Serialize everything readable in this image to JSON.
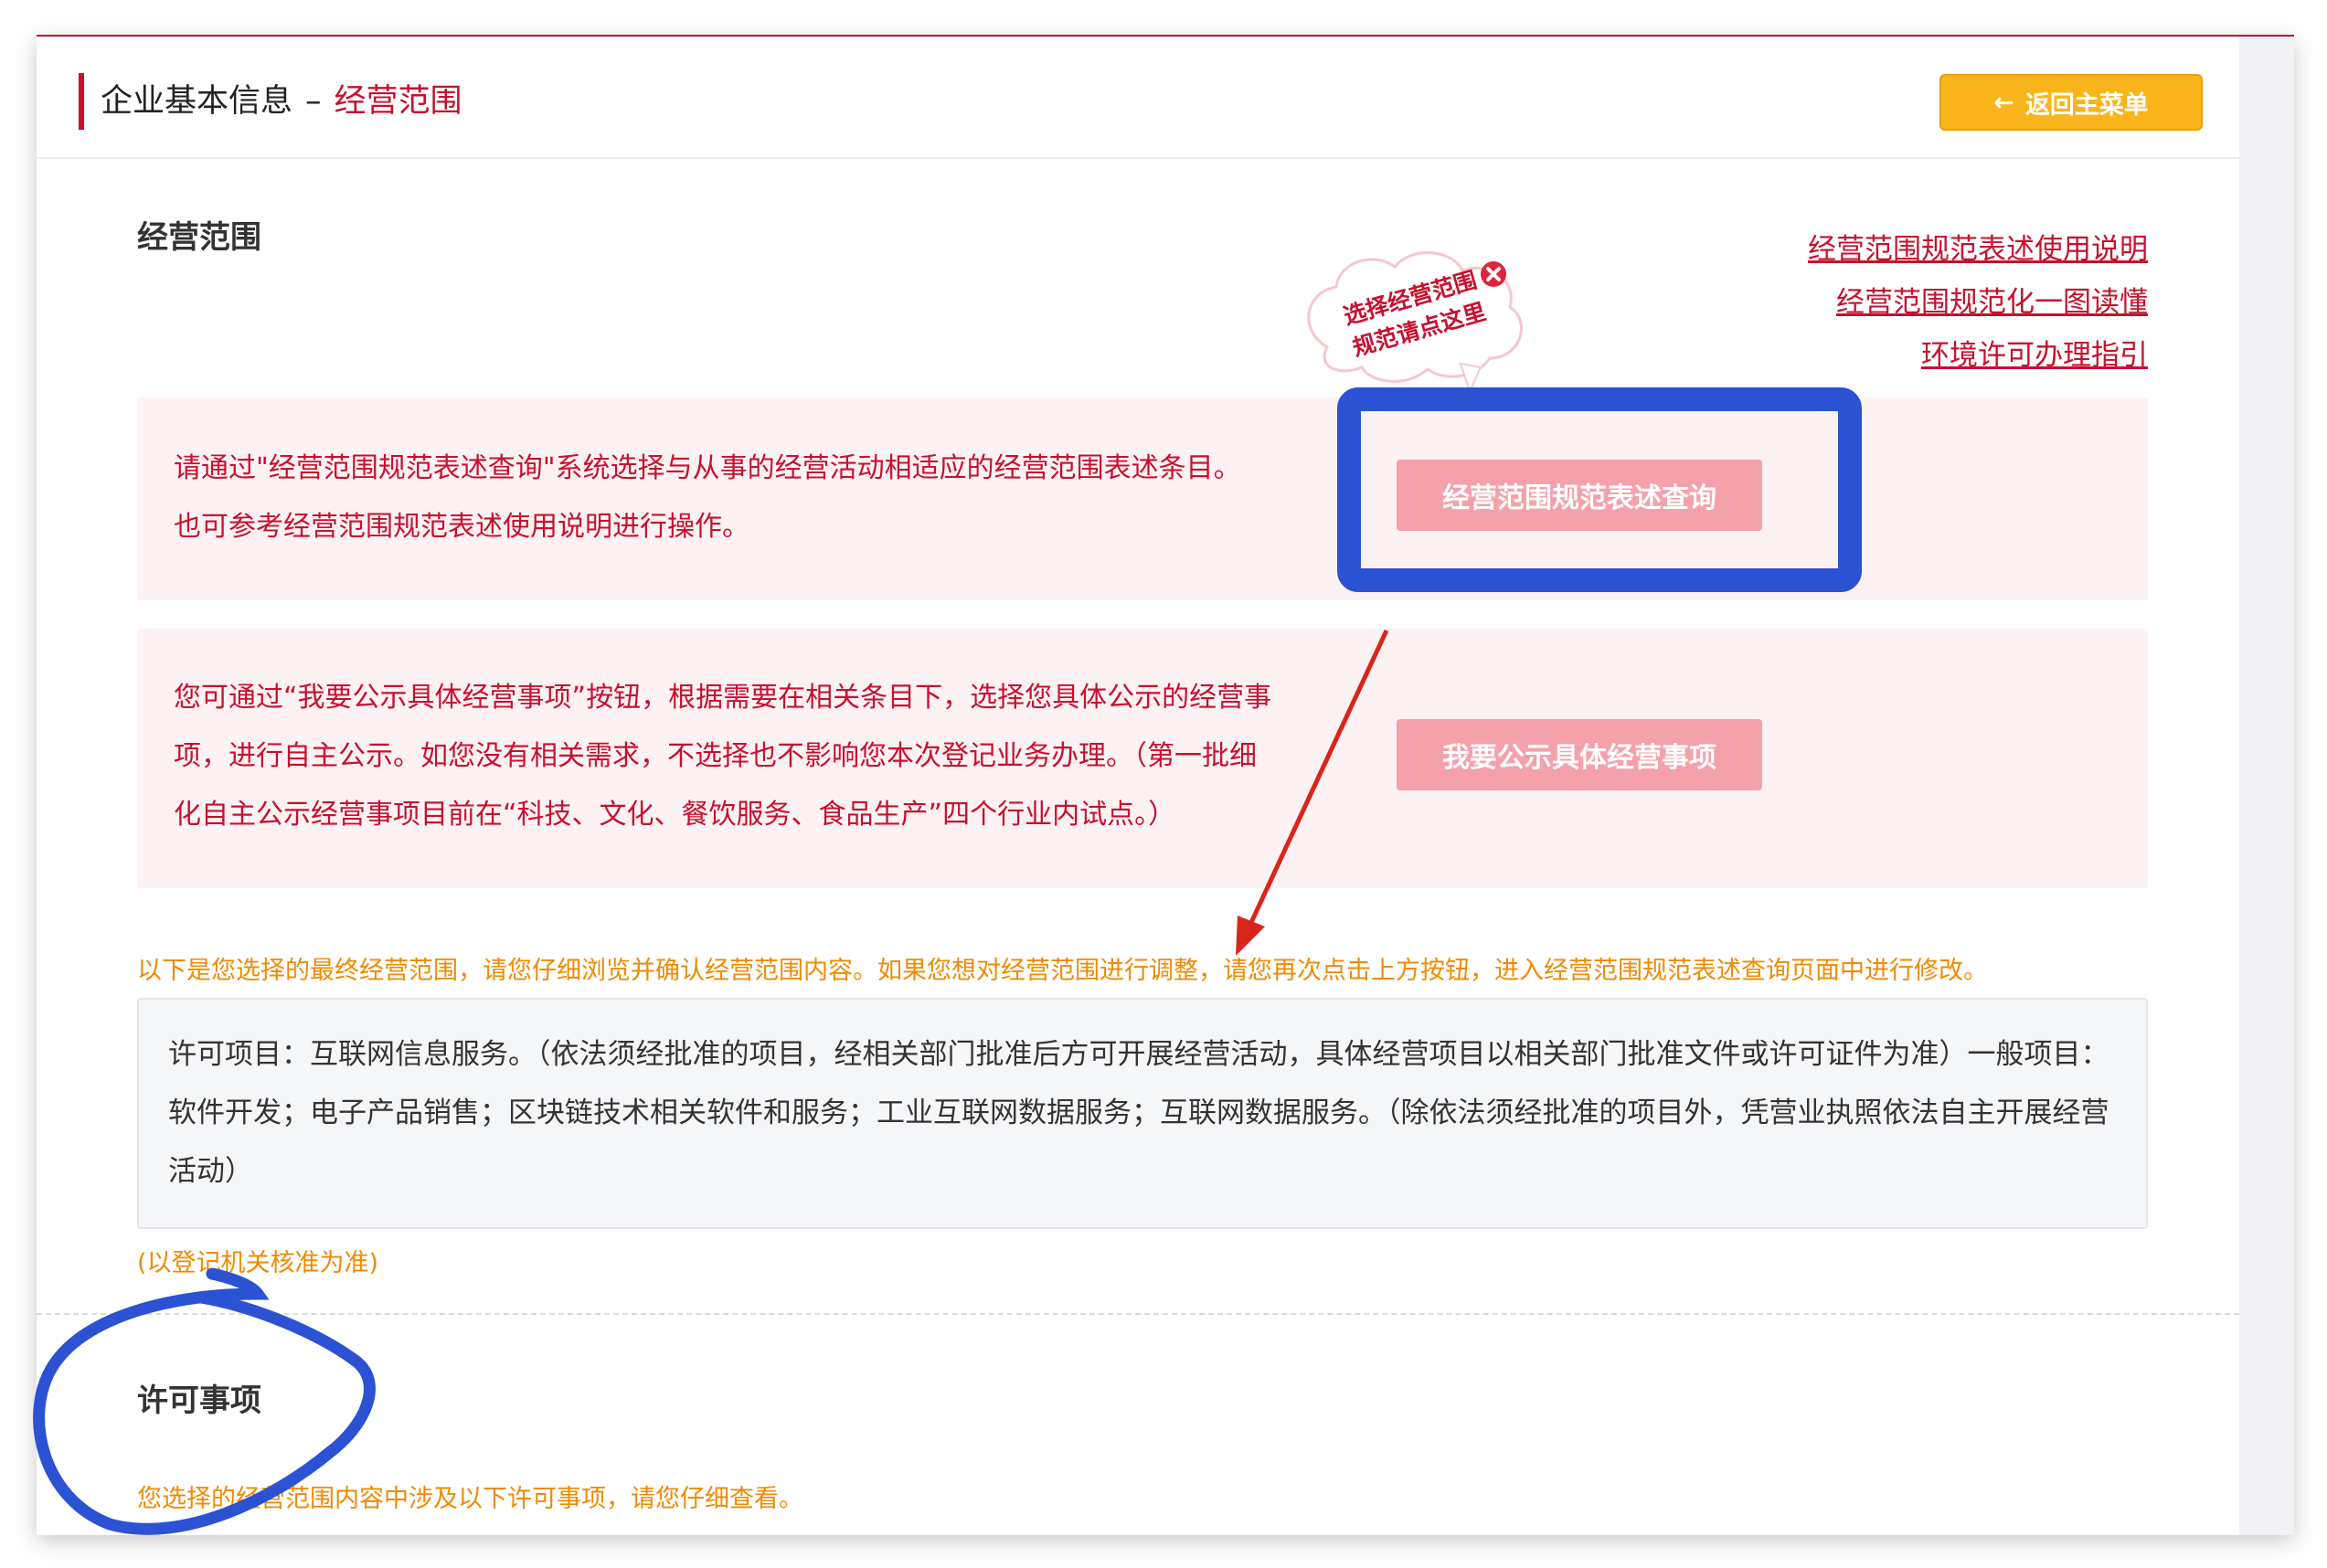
{
  "header": {
    "title_main": "企业基本信息",
    "separator": "–",
    "title_sub": "经营范围",
    "back_icon": "←",
    "back_label": "返回主菜单"
  },
  "scope": {
    "title": "经营范围",
    "links": [
      "经营范围规范表述使用说明",
      "经营范围规范化一图读懂",
      "环境许可办理指引"
    ],
    "tooltip": {
      "line1": "选择经营范围",
      "line2": "规范请点这里",
      "close_icon": "✕"
    },
    "query_box": {
      "line1": "请通过\"经营范围规范表述查询\"系统选择与从事的经营活动相适应的经营范围表述条目。",
      "line2": "也可参考经营范围规范表述使用说明进行操作。",
      "button_label": "经营范围规范表述查询"
    },
    "publish_box": {
      "line1": "您可通过“我要公示具体经营事项”按钮，根据需要在相关条目下，选择您具体公示的经营事",
      "line2": "项，进行自主公示。如您没有相关需求，不选择也不影响您本次登记业务办理。（第一批细",
      "line3": "化自主公示经营事项目前在“科技、文化、餐饮服务、食品生产”四个行业内试点。）",
      "button_label": "我要公示具体经营事项"
    },
    "notice": "以下是您选择的最终经营范围，请您仔细浏览并确认经营范围内容。如果您想对经营范围进行调整，请您再次点击上方按钮，进入经营范围规范表述查询页面中进行修改。",
    "content": "许可项目：互联网信息服务。（依法须经批准的项目，经相关部门批准后方可开展经营活动，具体经营项目以相关部门批准文件或许可证件为准）一般项目：软件开发；电子产品销售；区块链技术相关软件和服务；工业互联网数据服务；互联网数据服务。（除依法须经批准的项目外，凭营业执照依法自主开展经营活动）",
    "footnote": "(以登记机关核准为准)"
  },
  "license": {
    "title": "许可事项",
    "notice": "您选择的经营范围内容中涉及以下许可事项，请您仔细查看。"
  },
  "colors": {
    "brand_red": "#c8102e",
    "button_yellow": "#f9b51b",
    "button_pink": "#f4a1ab",
    "notice_orange": "#f08a00",
    "annotation_blue": "#2a52d3",
    "annotation_arrow": "#d8261b"
  }
}
